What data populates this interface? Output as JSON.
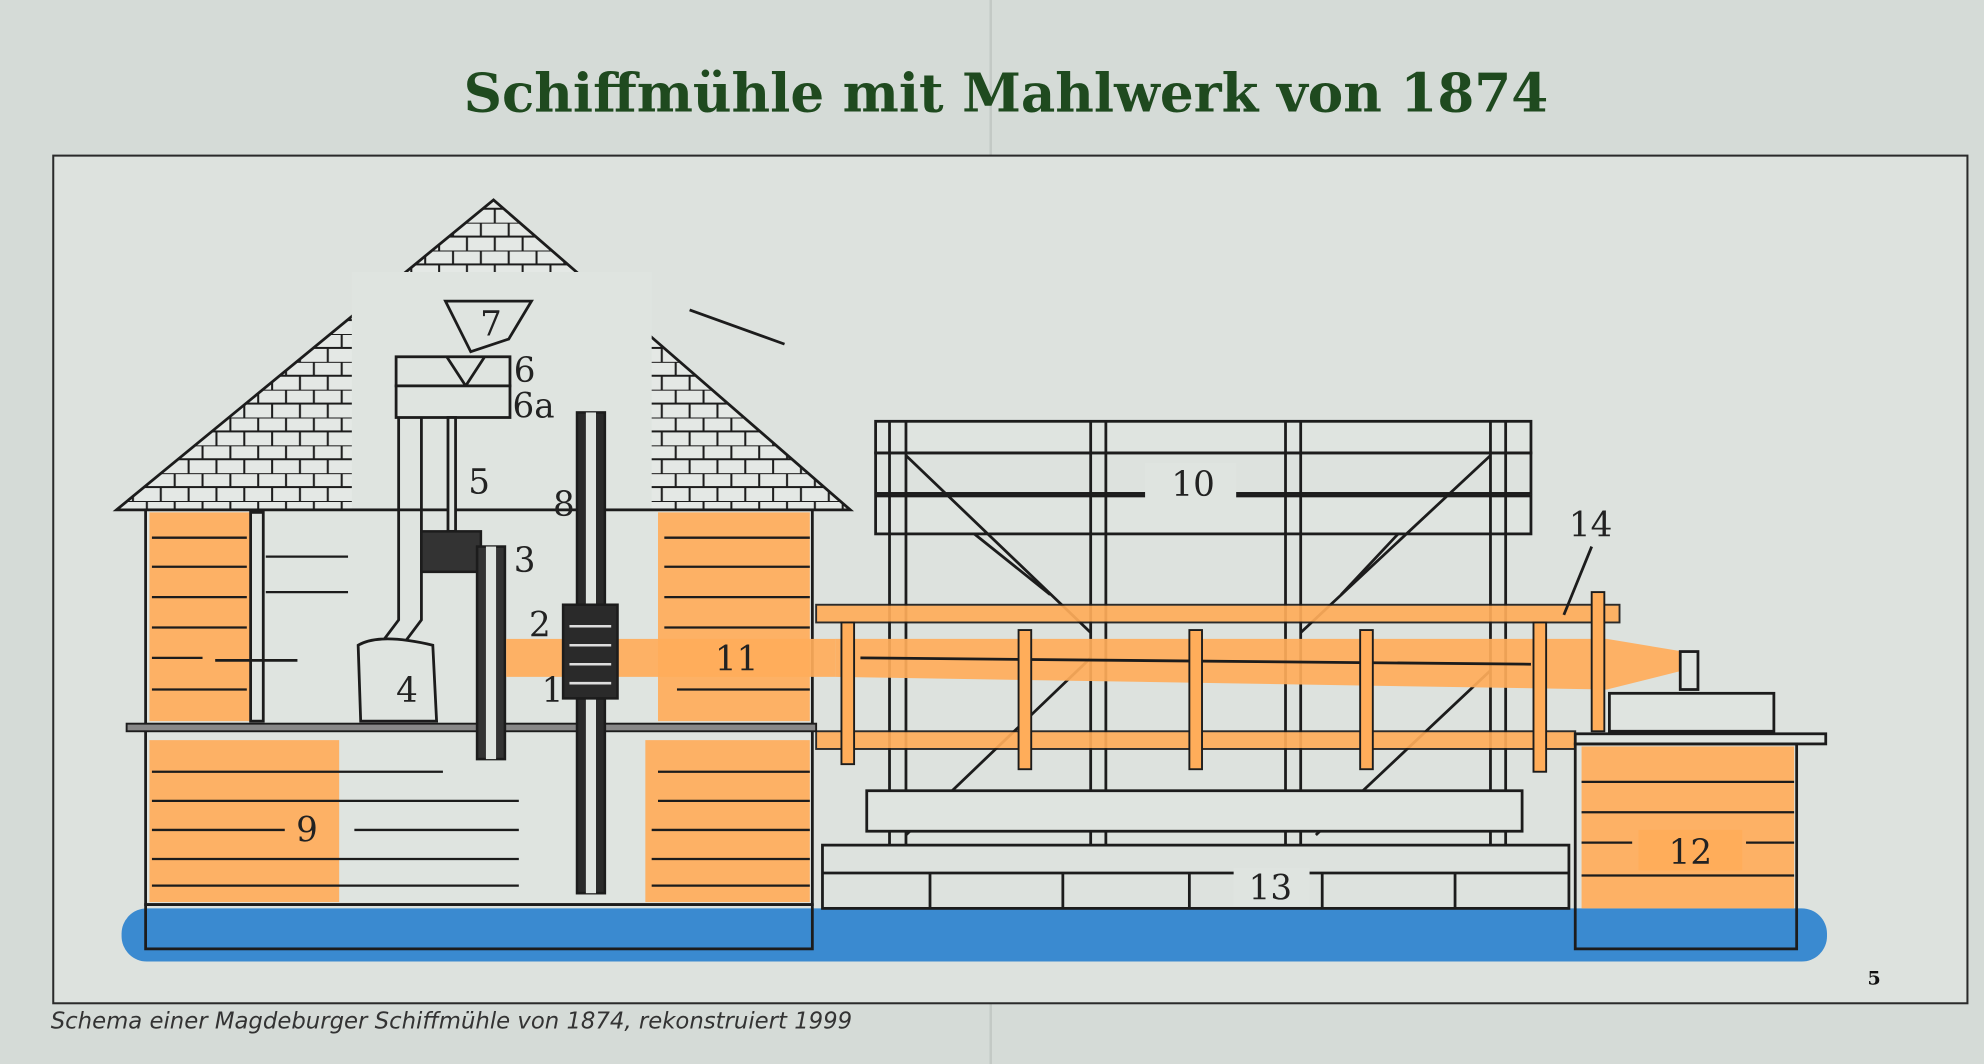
{
  "title": "Schiffmühle mit Mahlwerk von 1874",
  "caption": "Schema einer Magdeburger Schiffmühle von 1874, rekonstruiert 1999",
  "page_number": "5",
  "labels": {
    "l1": "1",
    "l2": "2",
    "l3": "3",
    "l4": "4",
    "l5": "5",
    "l6": "6",
    "l6a": "6a",
    "l7": "7",
    "l8": "8",
    "l9": "9",
    "l10": "10",
    "l11": "11",
    "l12": "12",
    "l13": "13",
    "l14": "14"
  },
  "colors": {
    "title": "#1f4a1f",
    "highlight": "#ffad5a",
    "water": "#3a8ad0",
    "paper": "#d5dbd7"
  }
}
